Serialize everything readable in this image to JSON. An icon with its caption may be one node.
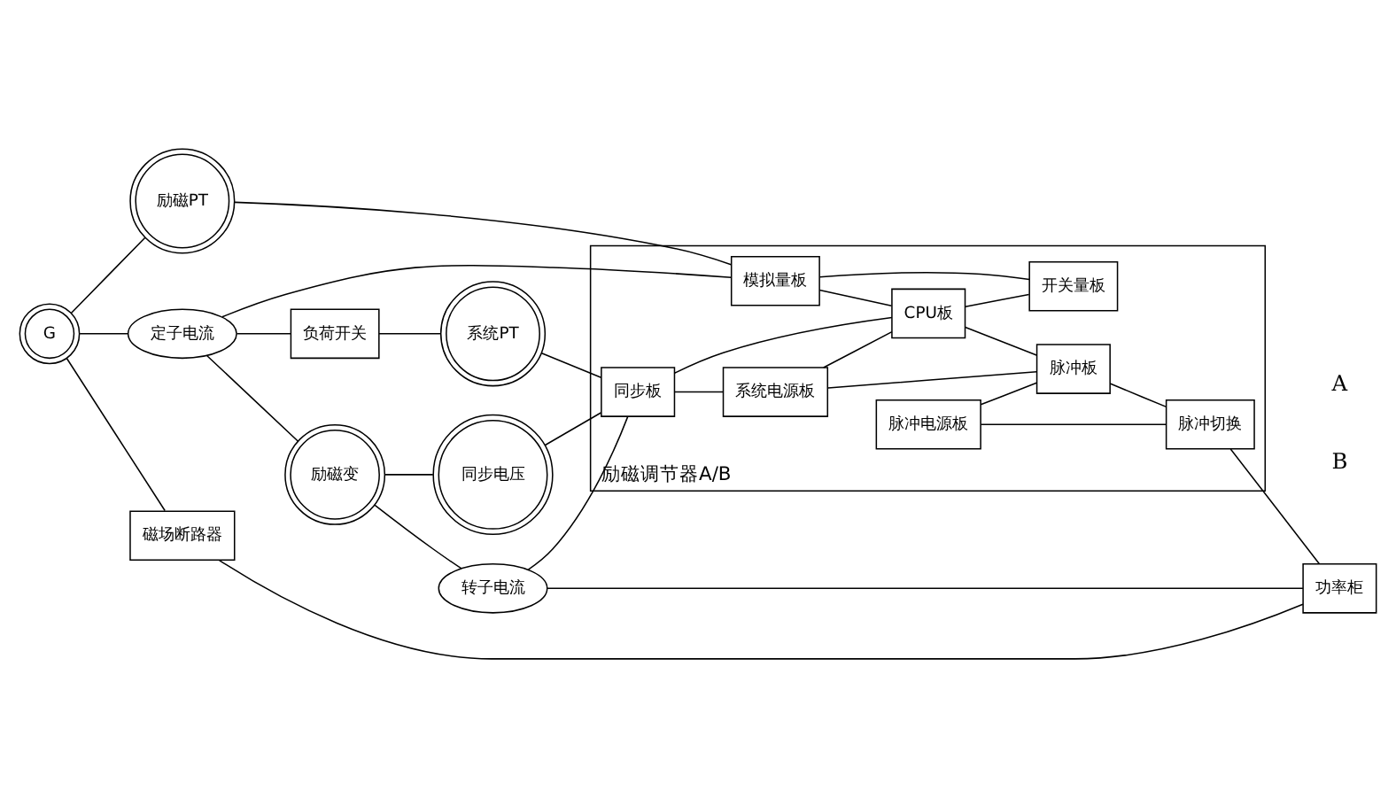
{
  "diagram": {
    "nodes": [
      {
        "text": [
          "系统PT"
        ]
      },
      {
        "text": [
          "负荷开关"
        ]
      },
      {
        "text": [
          "励磁变"
        ]
      },
      {
        "text": [
          "同步电压"
        ]
      },
      {
        "text": [
          "转子电流"
        ]
      },
      {
        "text": [
          "定子电流"
        ]
      },
      {
        "text": [
          "励磁PT"
        ]
      },
      {
        "text": [
          "G"
        ]
      },
      {
        "text": [
          "磁场断路器"
        ]
      },
      {
        "text": [
          "励磁调节器A/B"
        ]
      },
      {
        "text": [
          "同步板"
        ],
        "in": 9
      },
      {
        "text": [
          "模拟量板"
        ],
        "in": 9
      },
      {
        "text": [
          "系统电源板"
        ],
        "in": 9
      },
      {
        "text": [
          "CPU板"
        ],
        "in": 9
      },
      {
        "text": [
          "开关量板"
        ],
        "in": 9
      },
      {
        "text": [
          "脉冲电源板"
        ],
        "in": 9
      },
      {
        "text": [
          "脉冲板"
        ],
        "in": 9
      },
      {
        "text": [
          "脉冲切换"
        ],
        "in": 9
      },
      {
        "text": [
          "功率柜"
        ]
      }
    ],
    "edges": [
      {
        "from": 1,
        "to": 0,
        "arrow": "none"
      },
      {
        "from": 5,
        "to": 1,
        "arrow": "none"
      },
      {
        "from": 5,
        "to": 2,
        "arrow": "none"
      },
      {
        "from": 7,
        "to": 5,
        "arrow": "none"
      },
      {
        "from": 7,
        "to": 6,
        "arrow": "none"
      },
      {
        "from": 0,
        "to": 10,
        "arrow": "none"
      },
      {
        "from": 2,
        "to": 3,
        "arrow": "none"
      },
      {
        "from": 2,
        "to": 4,
        "arrow": "none"
      },
      {
        "from": 3,
        "to": 10,
        "arrow": "none"
      },
      {
        "from": 4,
        "to": 10,
        "arrow": "none"
      },
      {
        "from": 4,
        "to": 18,
        "arrow": "none"
      },
      {
        "from": 5,
        "to": 11,
        "arrow": "none"
      },
      {
        "from": 6,
        "to": 11,
        "arrow": "none"
      },
      {
        "from": 7,
        "to": 8,
        "arrow": "none"
      },
      {
        "from": 8,
        "to": 18,
        "arrow": "none"
      },
      {
        "from": 10,
        "to": 12,
        "arrow": "none"
      },
      {
        "from": 10,
        "to": 13,
        "arrow": "none"
      },
      {
        "from": 11,
        "to": 13,
        "arrow": "none"
      },
      {
        "from": 11,
        "to": 14,
        "arrow": "none"
      },
      {
        "from": 12,
        "to": 13,
        "arrow": "none"
      },
      {
        "from": 12,
        "to": 16,
        "arrow": "none"
      },
      {
        "from": 13,
        "to": 14,
        "arrow": "none"
      },
      {
        "from": 13,
        "to": 16,
        "arrow": "none"
      },
      {
        "from": 15,
        "to": 16,
        "arrow": "none"
      },
      {
        "from": 15,
        "to": 17,
        "arrow": "none"
      },
      {
        "from": 16,
        "to": 17,
        "arrow": "none"
      },
      {
        "from": 17,
        "to": 18,
        "arrow": "none"
      }
    ],
    "labels": [
      "A",
      "B"
    ]
  }
}
